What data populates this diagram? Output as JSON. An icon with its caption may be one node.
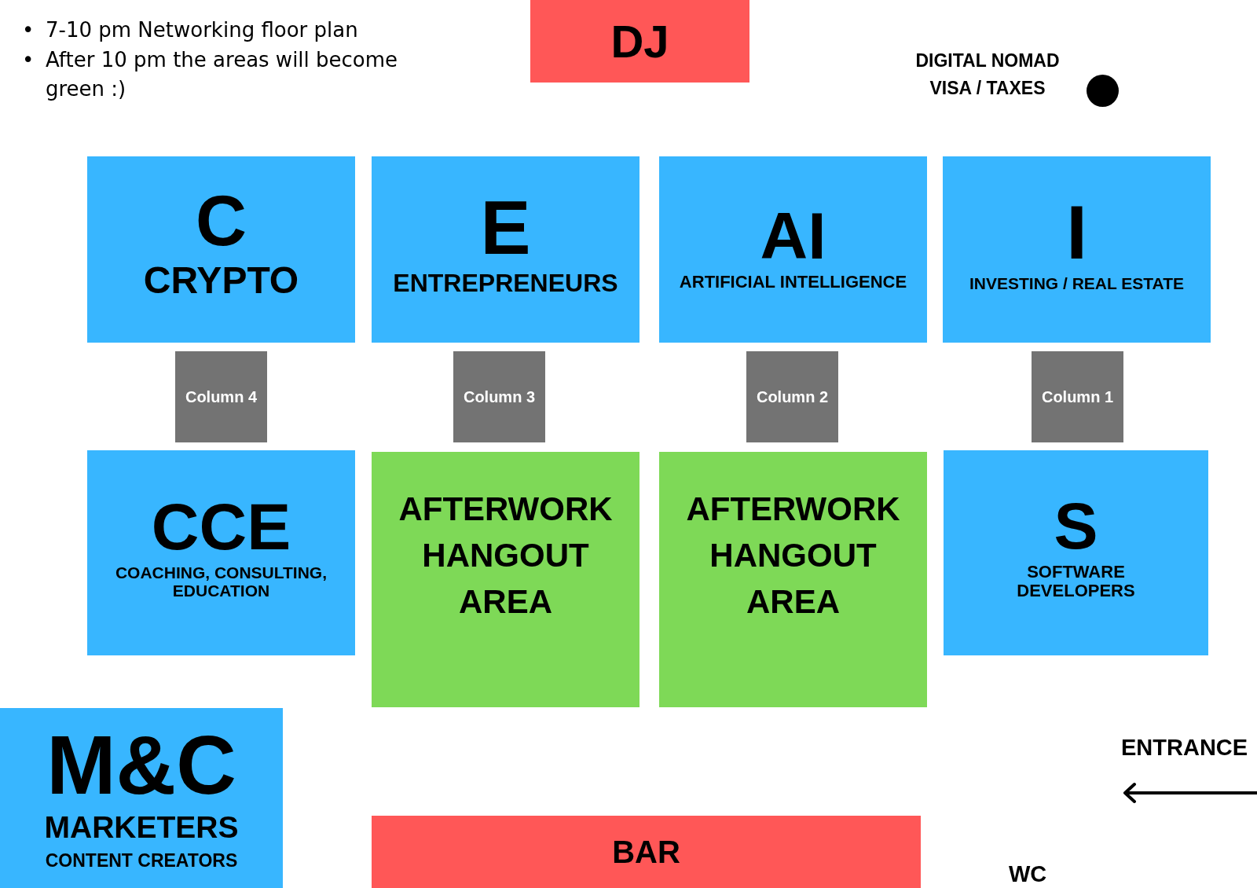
{
  "diagram": {
    "nodes": [
      {
        "text": [
          "DJ"
        ]
      },
      {
        "text": [],
        "shape": "circle",
        "beside": [
          "DIGITAL NOMAD VISA / TAXES"
        ]
      },
      {
        "text": [
          "C",
          "CRYPTO"
        ]
      },
      {
        "text": [
          "E",
          "ENTREPRENEURS"
        ]
      },
      {
        "text": [
          "AI",
          "ARTIFICIAL INTELLIGENCE"
        ]
      },
      {
        "text": [
          "I",
          "INVESTING / REAL ESTATE"
        ]
      },
      {
        "text": [
          "Column 4"
        ]
      },
      {
        "text": [
          "Column 3"
        ]
      },
      {
        "text": [
          "Column 2"
        ]
      },
      {
        "text": [
          "Column 1"
        ]
      },
      {
        "text": [
          "CCE",
          "COACHING, CONSULTING, EDUCATION"
        ]
      },
      {
        "text": [
          "AFTERWORK HANGOUT AREA"
        ]
      },
      {
        "text": [
          "AFTERWORK HANGOUT AREA"
        ]
      },
      {
        "text": [
          "S",
          "SOFTWARE DEVELOPERS"
        ]
      },
      {
        "text": [
          "M&C",
          "MARKETERS",
          "CONTENT CREATORS"
        ]
      },
      {
        "text": [
          "BAR"
        ]
      }
    ],
    "labels": [
      "•",
      "7-10 pm Networking floor plan",
      "•",
      "After 10 pm the areas will become green :)",
      "ENTRANCE",
      "WC"
    ]
  }
}
